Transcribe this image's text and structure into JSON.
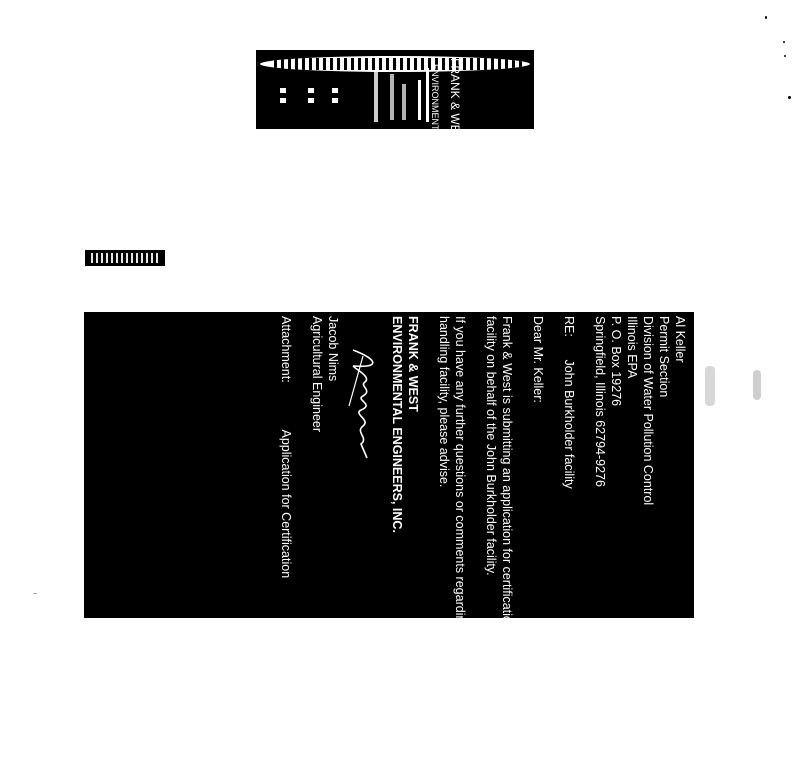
{
  "letterhead": {
    "line_1": "FRANK & WEST",
    "line_2": "ENVIRONMENTAL ENGINEERS"
  },
  "date_stamp": {
    "text": ""
  },
  "letter": {
    "recipient": [
      "Al Keller",
      "Permit Section",
      "Division of Water Pollution Control",
      "Illinois EPA",
      "P. O. Box 19276",
      "Springfield, Illinois 62794-9276"
    ],
    "re_label": "RE:",
    "re_value": "John Burkholder facility",
    "salutation": "Dear Mr. Keller:",
    "paragraph_1": [
      "Frank & West is submitting an application for certification of property tax treatment",
      "facility on behalf of the John Burkholder facility."
    ],
    "paragraph_2": [
      "If you have any further questions or comments regarding the John Burkholder non-",
      "handling facility, please advise."
    ],
    "firm": [
      "FRANK & WEST",
      "ENVIRONMENTAL ENGINEERS, INC."
    ],
    "signer_name": "Jacob Nims",
    "signer_title": "Agricultural Engineer",
    "attachment_label": "Attachment:",
    "attachment_value": "Application for Certification"
  }
}
